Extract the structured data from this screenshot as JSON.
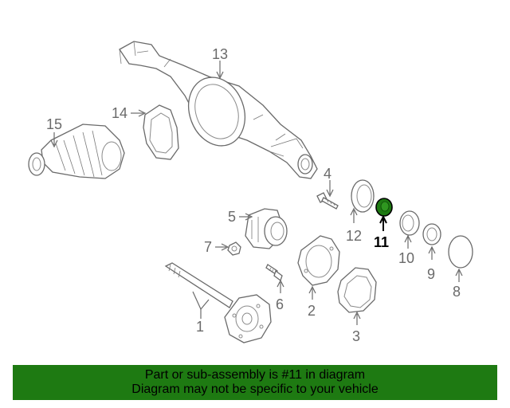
{
  "callouts": [
    {
      "id": "13",
      "label": "13"
    },
    {
      "id": "14",
      "label": "14"
    },
    {
      "id": "15",
      "label": "15"
    },
    {
      "id": "4",
      "label": "4"
    },
    {
      "id": "12",
      "label": "12"
    },
    {
      "id": "11",
      "label": "11",
      "highlighted": true
    },
    {
      "id": "5",
      "label": "5"
    },
    {
      "id": "7",
      "label": "7"
    },
    {
      "id": "10",
      "label": "10"
    },
    {
      "id": "9",
      "label": "9"
    },
    {
      "id": "8",
      "label": "8"
    },
    {
      "id": "6",
      "label": "6"
    },
    {
      "id": "2",
      "label": "2"
    },
    {
      "id": "1",
      "label": "1"
    },
    {
      "id": "3",
      "label": "3"
    }
  ],
  "banner": {
    "line1": "Part or sub-assembly is #11 in diagram",
    "line2": "Diagram may not be specific to your vehicle",
    "color": "#1e7a12"
  },
  "highlight_color": "#1e7a12"
}
